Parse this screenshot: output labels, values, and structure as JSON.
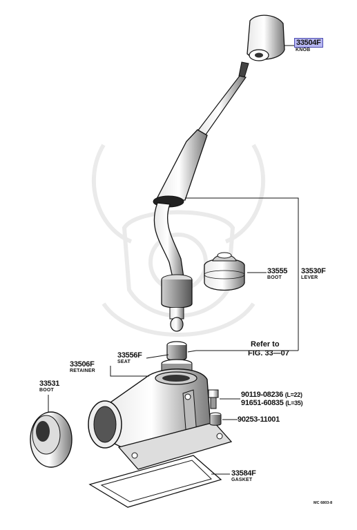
{
  "parts": {
    "knob": {
      "number": "33504F",
      "name": "KNOB"
    },
    "boot_upper": {
      "number": "33555",
      "name": "BOOT"
    },
    "lever": {
      "number": "33530F",
      "name": "LEVER"
    },
    "seat": {
      "number": "33556F",
      "name": "SEAT"
    },
    "retainer": {
      "number": "33506F",
      "name": "RETAINER"
    },
    "boot_lower": {
      "number": "33531",
      "name": "BOOT"
    },
    "bolt_a": {
      "number": "90119-08236",
      "length": "(L=22)"
    },
    "bolt_b": {
      "number": "91651-60835",
      "length": "(L=35)"
    },
    "collar": {
      "number": "90253-11001"
    },
    "gasket": {
      "number": "33584F",
      "name": "GASKET"
    }
  },
  "reference": {
    "line1": "Refer to",
    "line2": "FIG. 33—07"
  },
  "diagram_code": "MC 6803-8",
  "highlight_color": "#b8b8f2",
  "highlight_border": "#4a4ab0"
}
